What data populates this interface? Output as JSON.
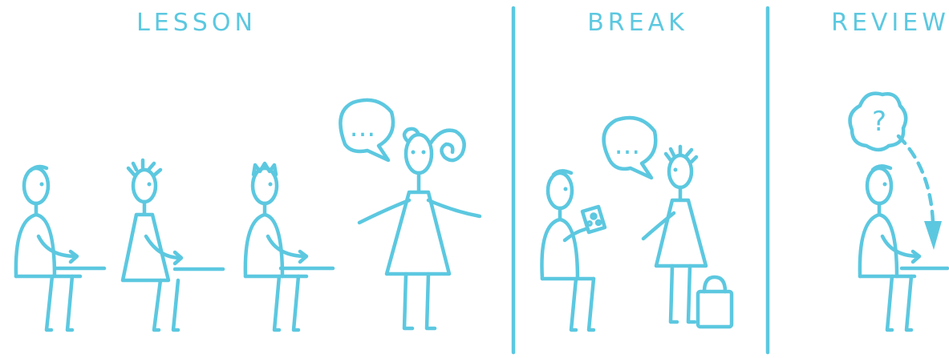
{
  "panels": [
    {
      "id": "lesson",
      "label": "LESSON"
    },
    {
      "id": "break",
      "label": "BREAK"
    },
    {
      "id": "review",
      "label": "REVIEW"
    }
  ],
  "speech_bubble_text": "...",
  "thought_bubble_text": "?",
  "colors": {
    "ink": "#5cc8e0",
    "background": "#ffffff"
  }
}
